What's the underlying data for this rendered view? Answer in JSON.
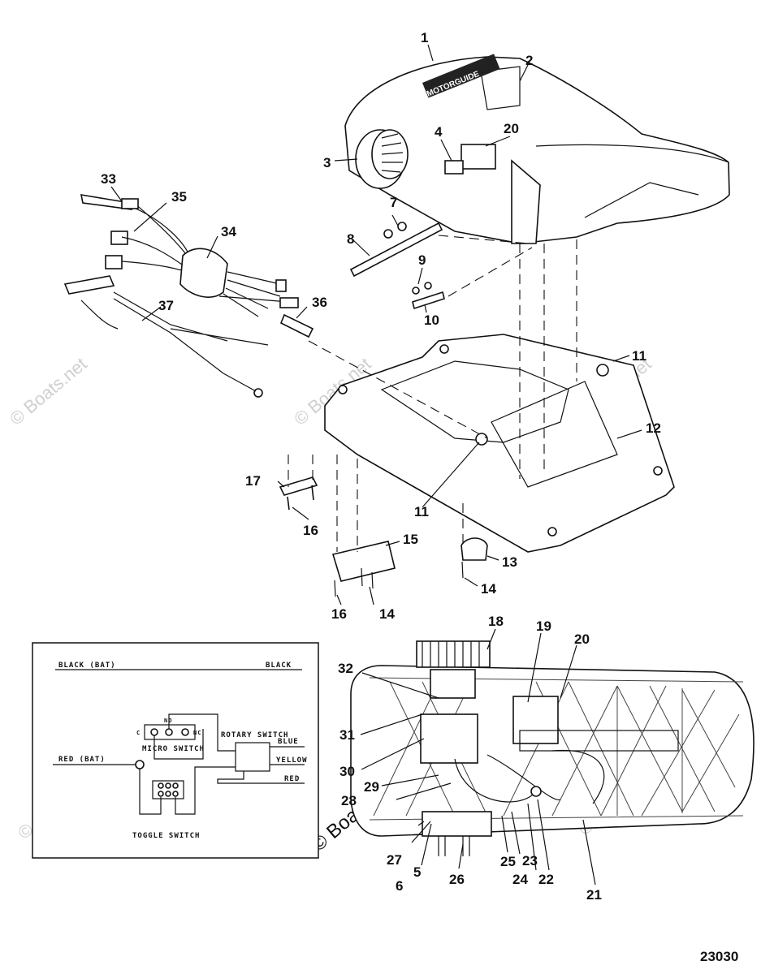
{
  "diagram_number": "23030",
  "watermark": "© Boats.net",
  "callouts": [
    {
      "id": "c1",
      "text": "1"
    },
    {
      "id": "c2",
      "text": "2"
    },
    {
      "id": "c3",
      "text": "3"
    },
    {
      "id": "c4",
      "text": "4"
    },
    {
      "id": "c20a",
      "text": "20"
    },
    {
      "id": "c33",
      "text": "33"
    },
    {
      "id": "c35",
      "text": "35"
    },
    {
      "id": "c34",
      "text": "34"
    },
    {
      "id": "c7",
      "text": "7"
    },
    {
      "id": "c8",
      "text": "8"
    },
    {
      "id": "c9",
      "text": "9"
    },
    {
      "id": "c10",
      "text": "10"
    },
    {
      "id": "c37",
      "text": "37"
    },
    {
      "id": "c36",
      "text": "36"
    },
    {
      "id": "c11a",
      "text": "11"
    },
    {
      "id": "c12",
      "text": "12"
    },
    {
      "id": "c11b",
      "text": "11"
    },
    {
      "id": "c17",
      "text": "17"
    },
    {
      "id": "c16a",
      "text": "16"
    },
    {
      "id": "c15",
      "text": "15"
    },
    {
      "id": "c13",
      "text": "13"
    },
    {
      "id": "c14a",
      "text": "14"
    },
    {
      "id": "c16b",
      "text": "16"
    },
    {
      "id": "c14b",
      "text": "14"
    },
    {
      "id": "c18",
      "text": "18"
    },
    {
      "id": "c19",
      "text": "19"
    },
    {
      "id": "c20b",
      "text": "20"
    },
    {
      "id": "c32",
      "text": "32"
    },
    {
      "id": "c31",
      "text": "31"
    },
    {
      "id": "c30",
      "text": "30"
    },
    {
      "id": "c29",
      "text": "29"
    },
    {
      "id": "c28",
      "text": "28"
    },
    {
      "id": "c27",
      "text": "27"
    },
    {
      "id": "c6",
      "text": "6"
    },
    {
      "id": "c5",
      "text": "5"
    },
    {
      "id": "c26",
      "text": "26"
    },
    {
      "id": "c25",
      "text": "25"
    },
    {
      "id": "c24",
      "text": "24"
    },
    {
      "id": "c23",
      "text": "23"
    },
    {
      "id": "c22",
      "text": "22"
    },
    {
      "id": "c21",
      "text": "21"
    }
  ],
  "logo": "MOTORGUIDE",
  "wiring": {
    "black_bat": "BLACK (BAT)",
    "black": "BLACK",
    "red_bat": "RED (BAT)",
    "blue": "BLUE",
    "yellow": "YELLOW",
    "red": "RED",
    "micro_switch": "MICRO SWITCH",
    "rotary_switch": "ROTARY SWITCH",
    "toggle_switch": "TOGGLE SWITCH",
    "pin_c": "C",
    "pin_no": "NO",
    "pin_nc": "NC"
  }
}
